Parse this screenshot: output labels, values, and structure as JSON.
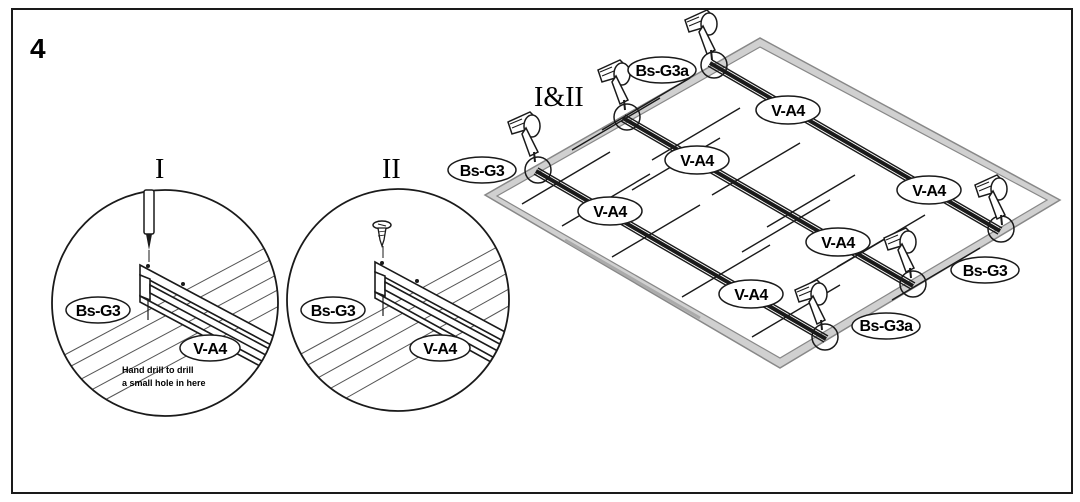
{
  "step_number": "4",
  "detail_titles": {
    "detail_1": "I",
    "detail_2": "II",
    "combined": "I&II"
  },
  "detail_1": {
    "bracket_label": "Bs-G3",
    "rail_label": "V-A4",
    "note_line_1": "Hand drill to drill",
    "note_line_2": "a small hole in here"
  },
  "detail_2": {
    "bracket_label": "Bs-G3",
    "rail_label": "V-A4"
  },
  "main_view": {
    "rail_labels": [
      "V-A4",
      "V-A4",
      "V-A4",
      "V-A4",
      "V-A4",
      "V-A4"
    ],
    "bracket_labels": {
      "top_small": "Bs-G3a",
      "left": "Bs-G3",
      "right": "Bs-G3",
      "bottom_small": "Bs-G3a"
    }
  },
  "icons": [
    "power-drill-icon",
    "screw-icon"
  ],
  "colors": {
    "line": "#1a1a1a",
    "frame_fill": "#bdbdbd",
    "background": "#ffffff"
  }
}
